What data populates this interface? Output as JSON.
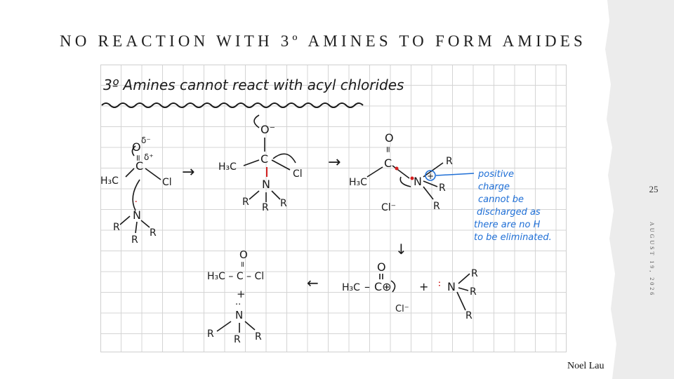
{
  "slide": {
    "title": "NO REACTION WITH 3º AMINES TO FORM AMIDES",
    "page_number": "25",
    "date": "AUGUST 19, 2026",
    "author": "Noel Lau"
  },
  "notes": {
    "heading": "3º Amines cannot react with acyl chlorides",
    "annotation": [
      "positive",
      "charge",
      "cannot be",
      "discharged as",
      "there are no H",
      "to be eliminated."
    ]
  },
  "labels": {
    "O": "O",
    "C": "C",
    "Cl": "Cl",
    "N": "N",
    "R": "R",
    "H3C": "H₃C",
    "H3C_alt": "H₃C",
    "O_minus": "O⁻",
    "Cl_minus": "Cl⁻",
    "plus": "+",
    "delta_minus": "δ⁻",
    "delta_plus": "δ⁺",
    "arrow_right": "→",
    "arrow_down": "↓",
    "arrow_left": "←",
    "C_plus": "C⊕",
    "bond_h": "–",
    "bond_v": "|",
    "double_v": "=",
    "lone_pair": "··",
    "product_top": "H₃C – C – Cl"
  },
  "colors": {
    "grid": "#d4d4d4",
    "ink": "#1a1a1a",
    "annotation": "#1f6fd6",
    "highlight": "#d21f1f",
    "paper": "#ececec"
  }
}
